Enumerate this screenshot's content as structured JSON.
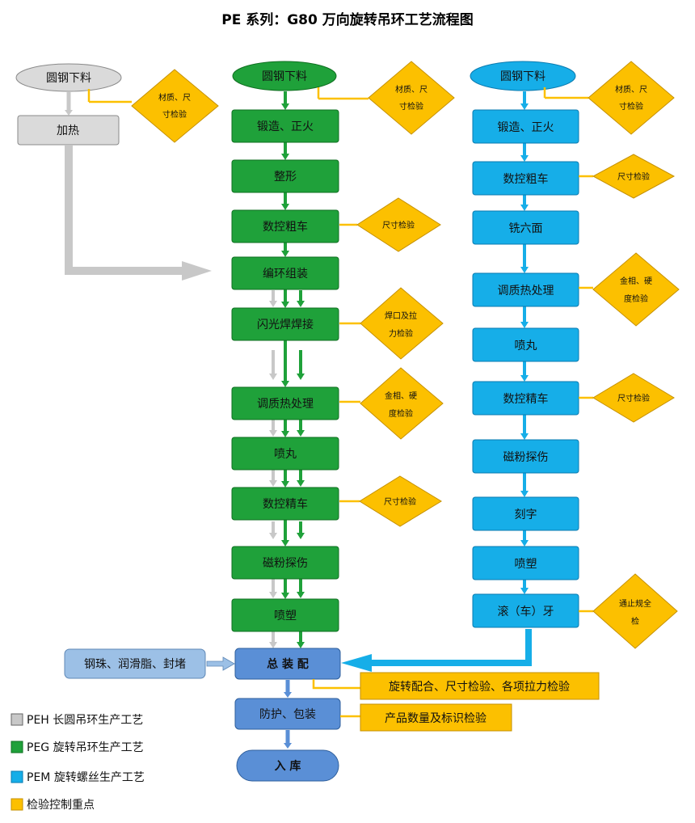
{
  "title": "PE 系列：G80 万向旋转吊环工艺流程图",
  "gray_flow": {
    "start": "圆钢下料",
    "heat": "加热"
  },
  "green_flow": {
    "start": "圆钢下料",
    "steps": [
      "锻造、正火",
      "整形",
      "数控粗车",
      "编环组装",
      "闪光焊焊接",
      "调质热处理",
      "喷丸",
      "数控精车",
      "磁粉探伤",
      "喷塑"
    ]
  },
  "blue_flow": {
    "start": "圆钢下料",
    "steps": [
      "锻造、正火",
      "数控粗车",
      "铣六面",
      "调质热处理",
      "喷丸",
      "数控精车",
      "磁粉探伤",
      "刻字",
      "喷塑",
      "滚（车）牙"
    ]
  },
  "inspections": {
    "gray_material": [
      "材质、尺",
      "寸检验"
    ],
    "green_material": [
      "材质、尺",
      "寸检验"
    ],
    "green_rough": "尺寸检验",
    "green_weld": [
      "焊口及拉",
      "力检验"
    ],
    "green_heat": [
      "金相、硬",
      "度检验"
    ],
    "green_finish": "尺寸检验",
    "blue_material": [
      "材质、尺",
      "寸检验"
    ],
    "blue_rough": "尺寸检验",
    "blue_heat": [
      "金相、硬",
      "度检验"
    ],
    "blue_finish": "尺寸检验",
    "blue_thread": [
      "通止规全",
      "检"
    ]
  },
  "assembly": {
    "parts": "钢珠、润滑脂、封堵",
    "assemble": "总 装 配",
    "assemble_check": "旋转配合、尺寸检验、各项拉力检验",
    "protect": "防护、包装",
    "protect_check": "产品数量及标识检验",
    "store": "入  库"
  },
  "legend": [
    {
      "label": "PEH 长圆吊环生产工艺",
      "color": "#c8c8c8"
    },
    {
      "label": "PEG 旋转吊环生产工艺",
      "color": "#1fa13a"
    },
    {
      "label": "PEM 旋转螺丝生产工艺",
      "color": "#16aee8"
    },
    {
      "label": "检验控制重点",
      "color": "#fcc000"
    }
  ],
  "colors": {
    "gray": "#c8c8c8",
    "green": "#1fa13a",
    "blue": "#16aee8",
    "yellow": "#fcc000",
    "assembly": "#5a8fd6"
  }
}
